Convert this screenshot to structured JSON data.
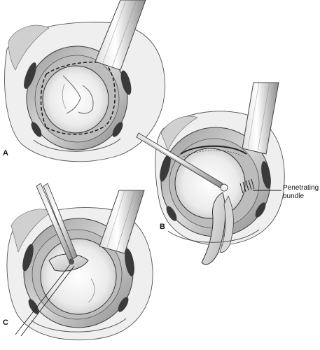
{
  "panels": {
    "a": {
      "label": "A"
    },
    "b": {
      "label": "B"
    },
    "c": {
      "label": "C"
    }
  },
  "annotations": {
    "penetrating_bundle": "Penetrating\nbundle"
  }
}
